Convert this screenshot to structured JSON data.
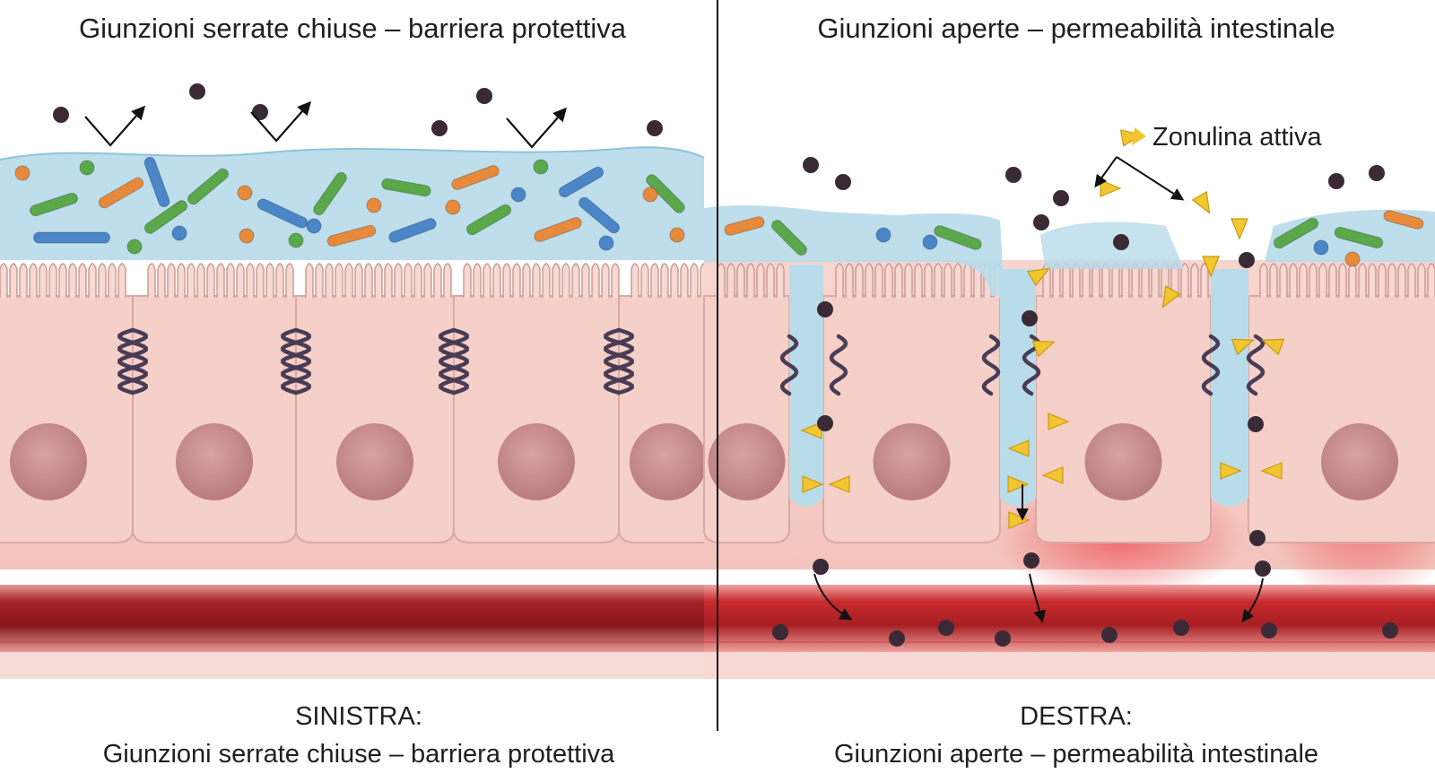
{
  "panels": {
    "left": {
      "title": "Giunzioni serrate chiuse – barriera protettiva",
      "caption_heading": "SINISTRA:",
      "caption_text": "Giunzioni serrate chiuse – barriera protettiva"
    },
    "right": {
      "title": "Giunzioni aperte – permeabilità intestinale",
      "caption_heading": "DESTRA:",
      "caption_text": "Giunzioni aperte – permeabilità intestinale",
      "zonulin_label": "Zonulina attiva"
    }
  },
  "colors": {
    "mucus": "#b9dcea",
    "cell": "#f5d0c8",
    "nucleus": "#c98e90",
    "blood": "#8e1a1c",
    "inflamed": "#e8555a",
    "particle": "#3a2a35",
    "zonulin": "#f2c531",
    "bacteria": [
      "#5aa84a",
      "#e88a3c",
      "#4a86c8"
    ]
  },
  "icons": {
    "tight-junction": "double-helix",
    "zonulin": "yellow-triangle",
    "particle": "dark-dot",
    "reflection": "bounce-arrow"
  }
}
